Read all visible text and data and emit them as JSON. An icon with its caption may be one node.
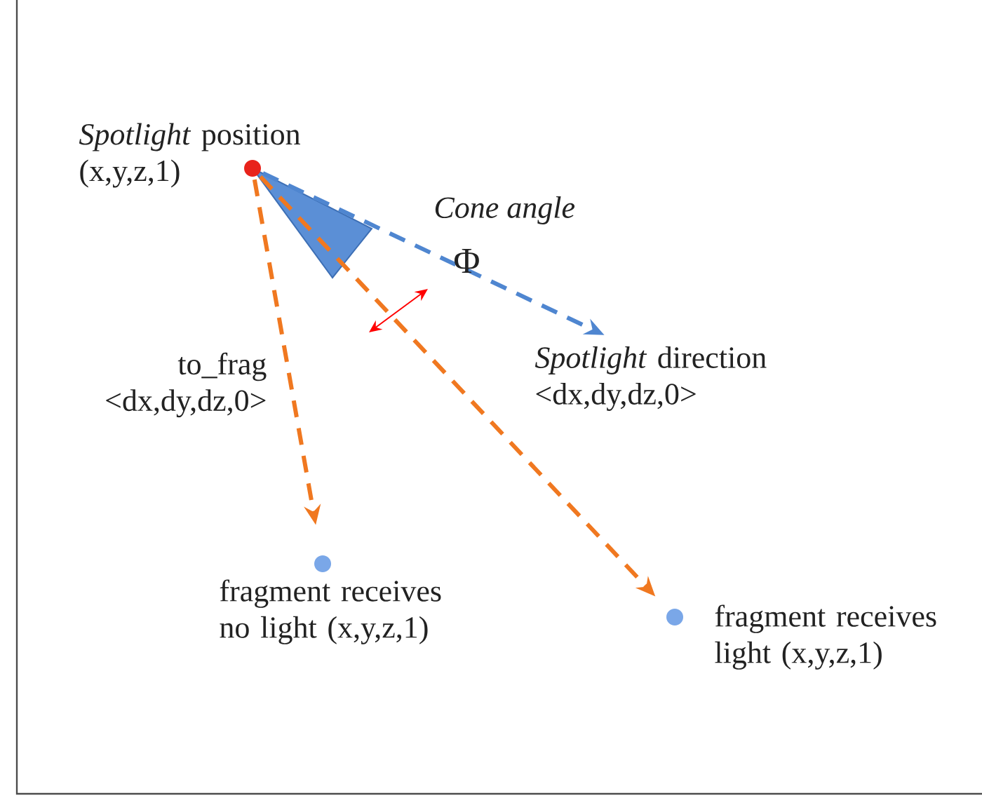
{
  "diagram": {
    "nodes": [
      {
        "text": [],
        "shape": "circle",
        "beside": [
          "*Spotlight* position (x,y,z,1)"
        ]
      },
      {
        "text": [],
        "shape": "circle",
        "beside": [
          "fragment receives no light (x,y,z,1)"
        ]
      },
      {
        "text": [],
        "shape": "circle",
        "beside": [
          "fragment receives light (x,y,z,1)"
        ]
      },
      {
        "text": [
          "*Spotlight* direction <dx,dy,dz,0>"
        ]
      }
    ],
    "edges": [
      {
        "from": 0,
        "to": 1,
        "arrow": "to",
        "style": "dashed",
        "label": "to_frag <dx,dy,dz,0>"
      },
      {
        "from": 0,
        "to": 2,
        "arrow": "to",
        "style": "dashed"
      },
      {
        "from": 0,
        "to": 3,
        "arrow": "to",
        "style": "dashed",
        "color": "#4f86d0"
      }
    ],
    "labels": [
      "Cone angle",
      "Φ"
    ]
  }
}
